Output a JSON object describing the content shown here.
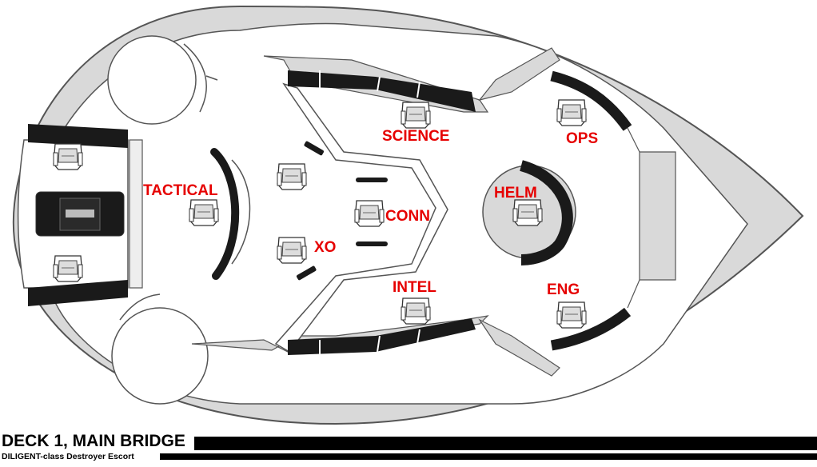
{
  "stations": {
    "science": "SCIENCE",
    "ops": "OPS",
    "tactical": "TACTICAL",
    "helm": "HELM",
    "conn": "CONN",
    "xo": "XO",
    "intel": "INTEL",
    "eng": "ENG"
  },
  "footer": {
    "title": "DECK 1, MAIN BRIDGE",
    "subtitle": "DILIGENT-class Destroyer Escort"
  },
  "colors": {
    "label": "#e60000",
    "hull_fill": "#d9d9d9",
    "outline": "#555555",
    "console": "#1a1a1a"
  }
}
